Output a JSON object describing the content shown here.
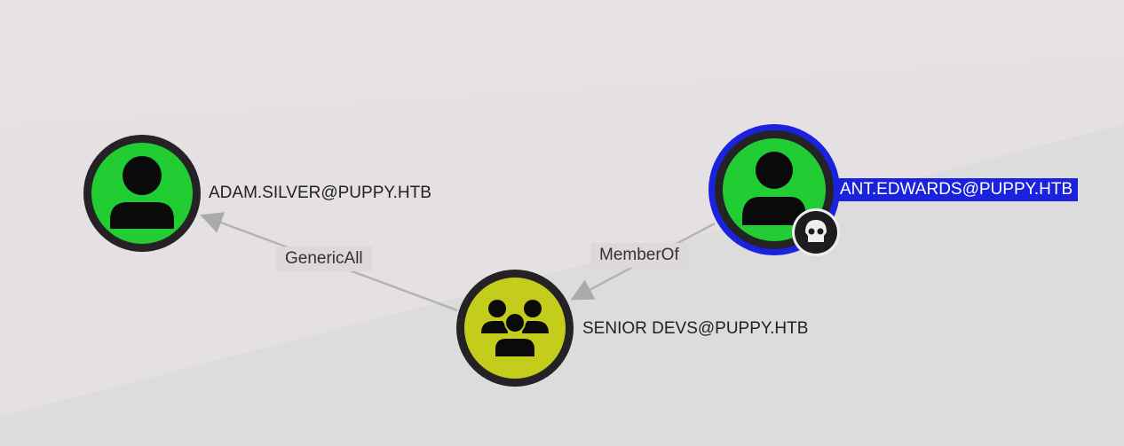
{
  "nodes": [
    {
      "id": "adam",
      "label": "ADAM.SILVER@PUPPY.HTB",
      "type": "user",
      "color": "#22cc33"
    },
    {
      "id": "ant",
      "label": "ANT.EDWARDS@PUPPY.HTB",
      "type": "user",
      "color": "#22cc33",
      "selected": true,
      "owned": true,
      "highlight": "#1a22dd"
    },
    {
      "id": "senior",
      "label": "SENIOR DEVS@PUPPY.HTB",
      "type": "group",
      "color": "#c4cc1c"
    }
  ],
  "edges": [
    {
      "from": "senior",
      "to": "adam",
      "label": "GenericAll"
    },
    {
      "from": "ant",
      "to": "senior",
      "label": "MemberOf"
    }
  ]
}
